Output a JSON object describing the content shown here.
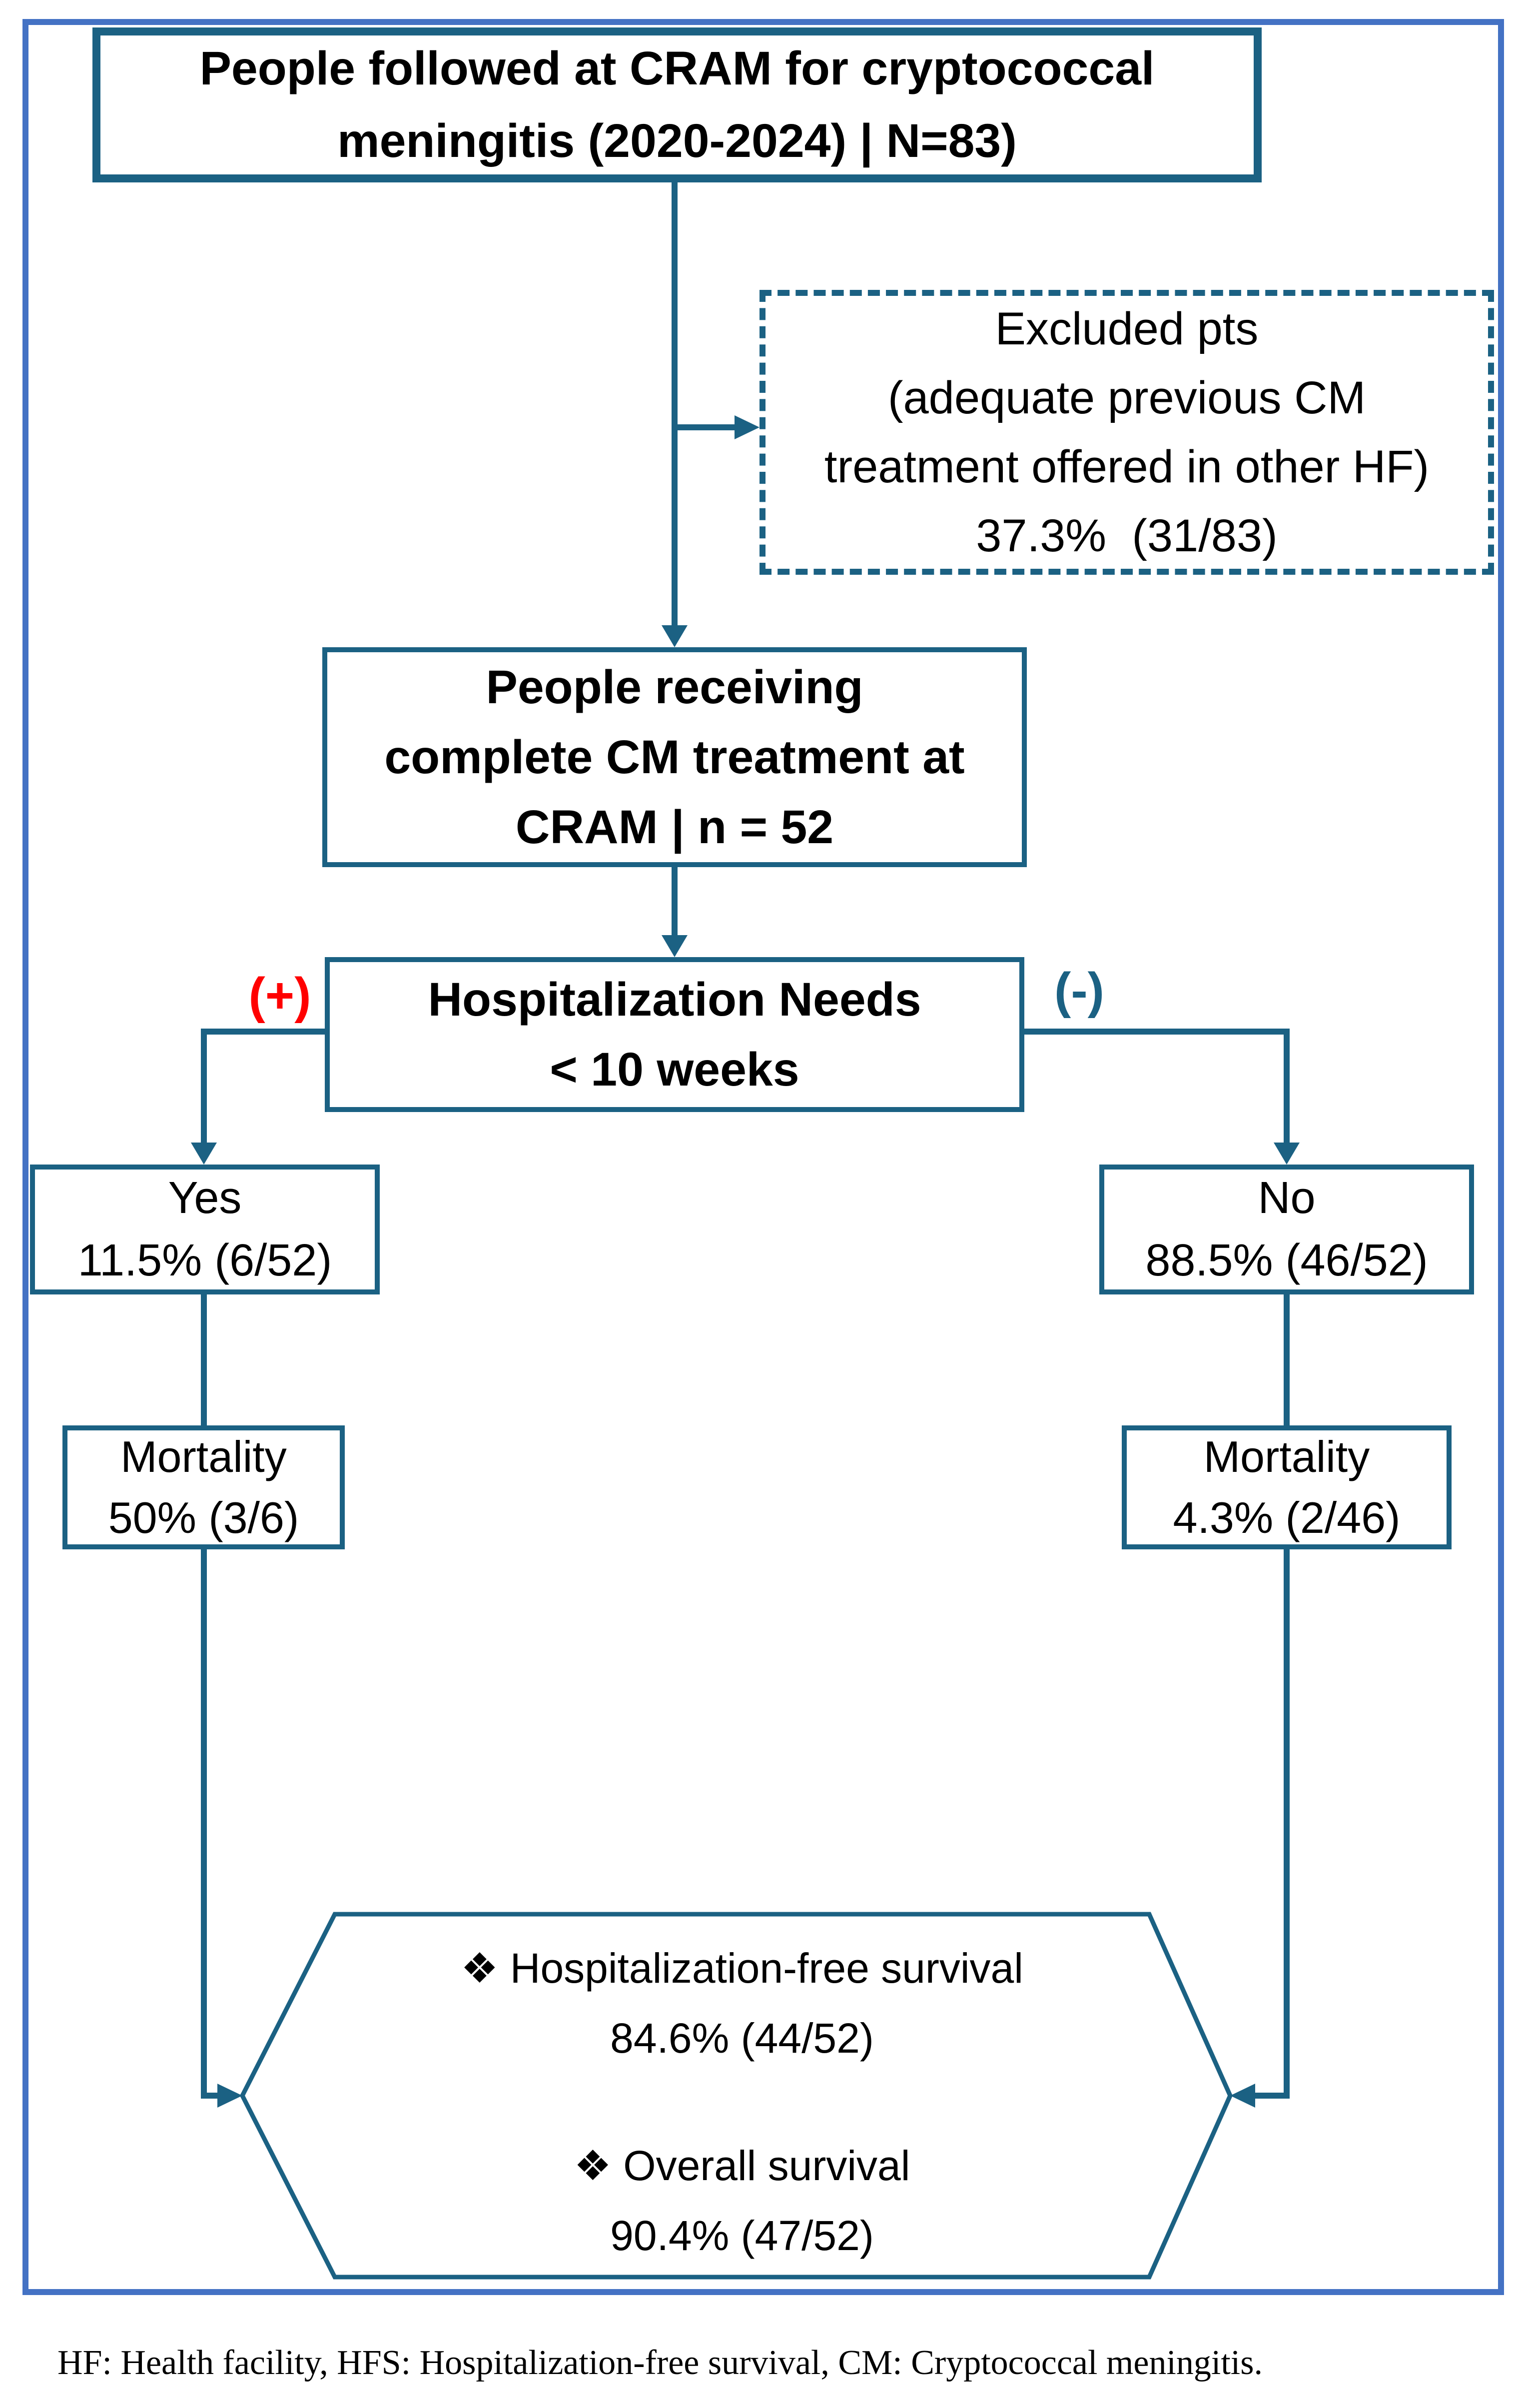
{
  "colors": {
    "line_teal": "#1B6183",
    "frame_blue": "#4472C4",
    "positive_red": "#FF0000"
  },
  "top_box": {
    "line1": "People followed at CRAM for cryptococcal",
    "line2": "meningitis (2020-2024) | N=83)"
  },
  "excluded_box": {
    "line1": "Excluded pts",
    "line2": "(adequate previous CM",
    "line3": "treatment offered in other HF)",
    "line4": "37.3%  (31/83)"
  },
  "treatment_box": {
    "line1": "People receiving",
    "line2": "complete CM treatment at",
    "line3": "CRAM | n = 52"
  },
  "decision_box": {
    "line1": "Hospitalization Needs",
    "line2": "< 10 weeks",
    "positive_label": "(+)",
    "negative_label": "(-)"
  },
  "yes_box": {
    "line1": "Yes",
    "line2": "11.5% (6/52)"
  },
  "no_box": {
    "line1": "No",
    "line2": "88.5% (46/52)"
  },
  "mortality_yes_box": {
    "line1": "Mortality",
    "line2": "50% (3/6)"
  },
  "mortality_no_box": {
    "line1": "Mortality",
    "line2": "4.3% (2/46)"
  },
  "outcome_hexagon": {
    "bullet": "❖",
    "item1_label": "Hospitalization-free survival",
    "item1_value": "84.6% (44/52)",
    "item2_label": "Overall survival",
    "item2_value": "90.4% (47/52)"
  },
  "footnote": "HF: Health facility, HFS: Hospitalization-free survival, CM: Cryptococcal meningitis."
}
